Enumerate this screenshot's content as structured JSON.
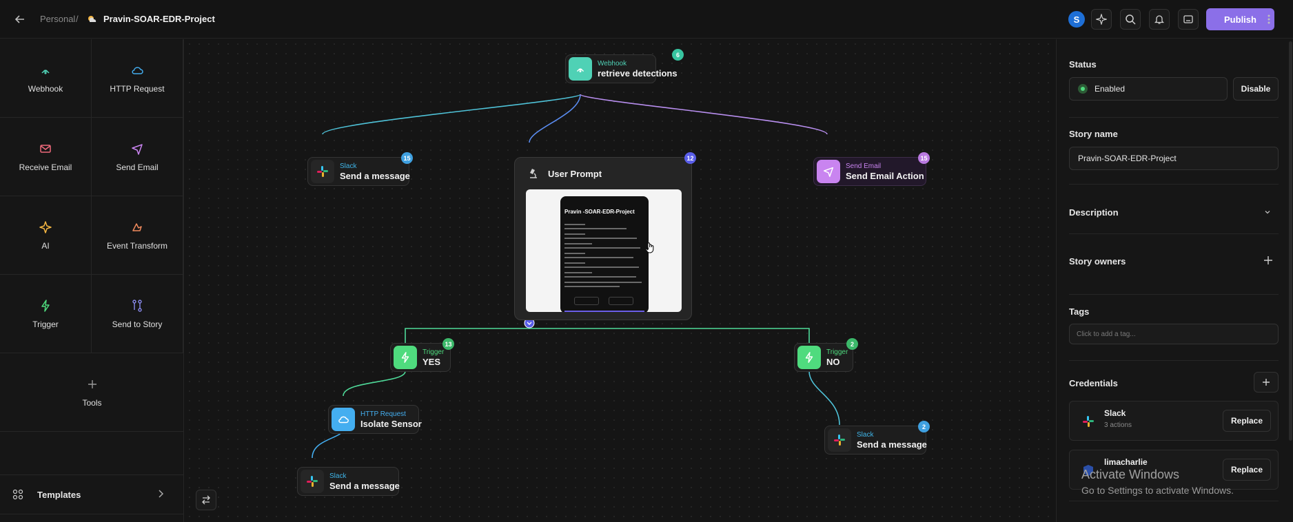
{
  "header": {
    "crumb_personal": "Personal",
    "crumb_sep": "/",
    "project": "Pravin-SOAR-EDR-Project",
    "avatar": "S",
    "publish": "Publish"
  },
  "palette": {
    "tiles": [
      {
        "label": "Webhook",
        "icon": "webhook-icon"
      },
      {
        "label": "HTTP Request",
        "icon": "cloud-icon"
      },
      {
        "label": "Receive Email",
        "icon": "mail-icon"
      },
      {
        "label": "Send Email",
        "icon": "send-icon"
      },
      {
        "label": "AI",
        "icon": "sparkle-icon"
      },
      {
        "label": "Event Transform",
        "icon": "transform-icon"
      },
      {
        "label": "Trigger",
        "icon": "bolt-icon"
      },
      {
        "label": "Send to Story",
        "icon": "branch-icon"
      }
    ],
    "tools": "Tools",
    "templates": "Templates"
  },
  "canvas": {
    "nodes": [
      {
        "id": "webhook",
        "type": "Webhook",
        "name": "retrieve detections",
        "badge": "6"
      },
      {
        "id": "slack1",
        "type": "Slack",
        "name": "Send a message",
        "badge": "15"
      },
      {
        "id": "email",
        "type": "Send Email",
        "name": "Send Email Action",
        "badge": "15"
      },
      {
        "id": "trigger-yes",
        "type": "Trigger",
        "name": "YES",
        "badge": "13"
      },
      {
        "id": "trigger-no",
        "type": "Trigger",
        "name": "NO",
        "badge": "2"
      },
      {
        "id": "http",
        "type": "HTTP Request",
        "name": "Isolate Sensor",
        "badge": ""
      },
      {
        "id": "slack2",
        "type": "Slack",
        "name": "Send a message",
        "badge": ""
      },
      {
        "id": "slack3",
        "type": "Slack",
        "name": "Send a message",
        "badge": "2"
      }
    ],
    "prompt": {
      "title": "User Prompt",
      "badge": "12",
      "preview_title": "Pravin -SOAR-EDR-Project"
    }
  },
  "panel": {
    "status_label": "Status",
    "status_value": "Enabled",
    "disable": "Disable",
    "story_name_label": "Story name",
    "story_name_value": "Pravin-SOAR-EDR-Project",
    "description_label": "Description",
    "owners_label": "Story owners",
    "tags_label": "Tags",
    "tags_placeholder": "Click to add a tag...",
    "credentials_label": "Credentials",
    "credentials": [
      {
        "name": "Slack",
        "sub": "3 actions",
        "action": "Replace"
      },
      {
        "name": "limacharlie",
        "sub": "",
        "action": "Replace"
      }
    ]
  },
  "os_overlay": {
    "line1": "Activate Windows",
    "line2": "Go to Settings to activate Windows."
  },
  "colors": {
    "accent": "#8b6fe8",
    "webhook": "#4fd1b5",
    "slack": "#3fb6ea",
    "email": "#c984f0",
    "trigger": "#4fdb7e",
    "http": "#44aef0"
  }
}
